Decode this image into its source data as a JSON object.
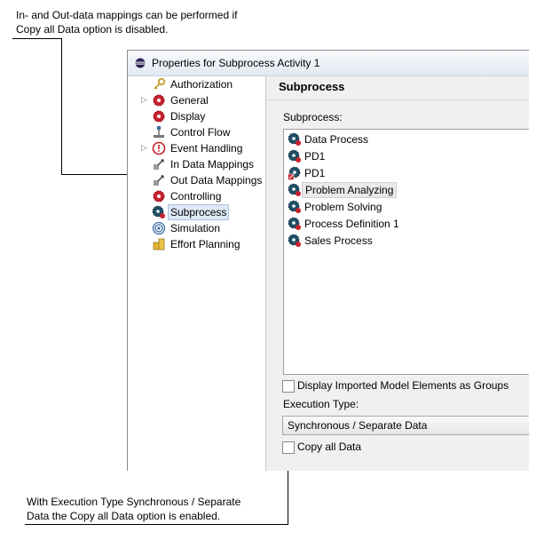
{
  "callouts": {
    "top_line1": "In- and Out-data mappings can be performed if",
    "top_line2": "Copy all Data option is disabled.",
    "bottom_line1": "With Execution Type Synchronous / Separate",
    "bottom_line2": "Data the Copy all Data option is enabled."
  },
  "window": {
    "title": "Properties for Subprocess Activity 1"
  },
  "nav": {
    "items": [
      {
        "label": "Authorization",
        "icon": "key-icon",
        "expandable": false
      },
      {
        "label": "General",
        "icon": "gear-red-icon",
        "expandable": true
      },
      {
        "label": "Display",
        "icon": "gear-red-icon",
        "expandable": false
      },
      {
        "label": "Control Flow",
        "icon": "control-flow-icon",
        "expandable": false
      },
      {
        "label": "Event Handling",
        "icon": "warning-circle-icon",
        "expandable": true
      },
      {
        "label": "In Data Mappings",
        "icon": "in-mapping-icon",
        "expandable": false
      },
      {
        "label": "Out Data Mappings",
        "icon": "out-mapping-icon",
        "expandable": false
      },
      {
        "label": "Controlling",
        "icon": "gear-red-icon",
        "expandable": false
      },
      {
        "label": "Subprocess",
        "icon": "process-icon",
        "expandable": false,
        "selected": true
      },
      {
        "label": "Simulation",
        "icon": "spiral-icon",
        "expandable": false
      },
      {
        "label": "Effort Planning",
        "icon": "coins-icon",
        "expandable": false
      }
    ]
  },
  "panel": {
    "header": "Subprocess",
    "subprocess_label": "Subprocess:",
    "list": [
      {
        "label": "Data Process",
        "icon": "process-icon"
      },
      {
        "label": "PD1",
        "icon": "process-icon"
      },
      {
        "label": "PD1",
        "icon": "process-link-icon"
      },
      {
        "label": "Problem Analyzing",
        "icon": "process-icon",
        "selected": true
      },
      {
        "label": "Problem Solving",
        "icon": "process-icon"
      },
      {
        "label": "Process Definition 1",
        "icon": "process-icon"
      },
      {
        "label": "Sales Process",
        "icon": "process-icon"
      }
    ],
    "display_imported_label": "Display Imported Model Elements as Groups",
    "execution_type_label": "Execution Type:",
    "execution_type_value": "Synchronous / Separate Data",
    "copy_all_label": "Copy all Data"
  },
  "colors": {
    "gear_red": "#c8202c",
    "process_dark": "#1f4f66",
    "selection": "#dfe9f7"
  }
}
